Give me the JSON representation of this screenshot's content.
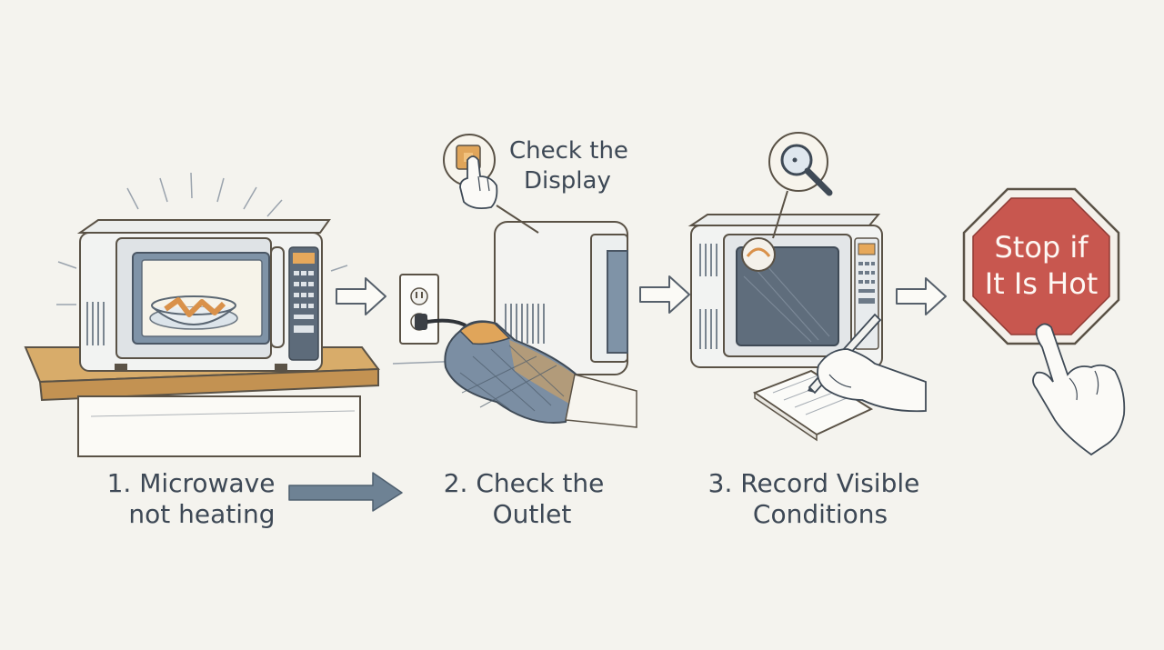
{
  "steps": [
    {
      "number": "1.",
      "line1": "Microwave",
      "line2": "not heating"
    },
    {
      "number": "2.",
      "line1": "Check the",
      "line2": "Outlet"
    },
    {
      "number": "3.",
      "line1": "Record Visible",
      "line2": "Conditions"
    }
  ],
  "callout": {
    "line1": "Check the",
    "line2": "Display"
  },
  "stop_sign": {
    "line1": "Stop if",
    "line2": "It Is Hot"
  },
  "colors": {
    "background": "#f4f3ee",
    "ink": "#3d4855",
    "stop_red": "#c8574f",
    "arrow_blue": "#6e8294",
    "wood": "#d8ac6a",
    "oven_mitt": "#7b8ea3",
    "accent_orange": "#e0a55a"
  },
  "icons": [
    "microwave-icon",
    "wall-outlet-icon",
    "oven-mitt-icon",
    "finger-press-icon",
    "magnifier-icon",
    "notepad-icon",
    "pencil-hand-icon",
    "stop-sign-icon",
    "pointing-hand-icon"
  ]
}
